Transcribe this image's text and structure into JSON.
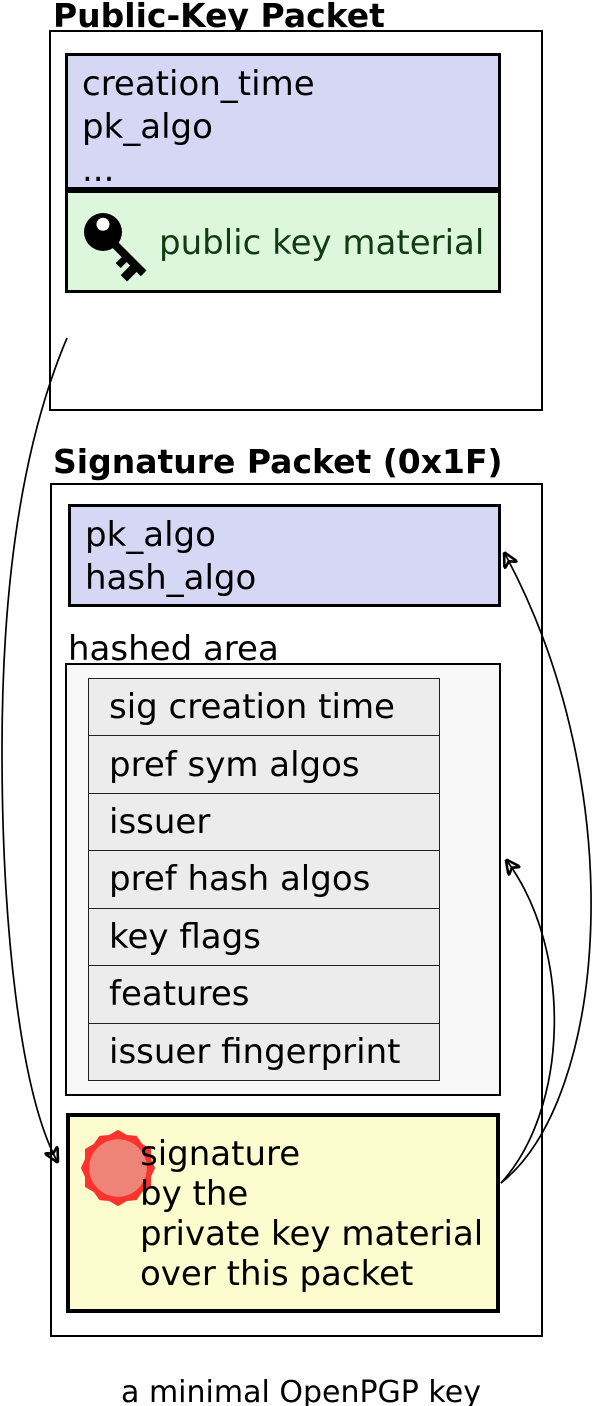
{
  "diagram": {
    "caption": "a minimal OpenPGP key",
    "public_key_packet": {
      "title": "Public-Key Packet",
      "header_fields": [
        "creation_time",
        "pk_algo",
        "..."
      ],
      "material_label": "public key material",
      "material_icon": "key-icon"
    },
    "signature_packet": {
      "title": "Signature Packet (0x1F)",
      "header_fields": [
        "pk_algo",
        "hash_algo"
      ],
      "hashed_area": {
        "label": "hashed area",
        "subpackets": [
          "sig creation time",
          "pref sym algos",
          "issuer",
          "pref hash algos",
          "key flags",
          "features",
          "issuer fingerprint"
        ]
      },
      "signature": {
        "icon": "seal-icon",
        "lines": [
          "signature",
          "by the",
          "private key material",
          "over this packet"
        ]
      }
    },
    "arrows": [
      "public-key-packet to signature",
      "signature to sig-header-fields",
      "signature to hashed-area"
    ],
    "colors": {
      "header_fill": "#d6d6f5",
      "key_material_fill": "#dcf7dc",
      "key_material_text": "#113c11",
      "hashed_fill": "#f8f8f8",
      "subpacket_fill": "#ececec",
      "signature_fill": "#fdfcce",
      "seal_stroke": "#fa342c",
      "seal_fill": "#ee8478",
      "line_color": "#000000"
    }
  }
}
